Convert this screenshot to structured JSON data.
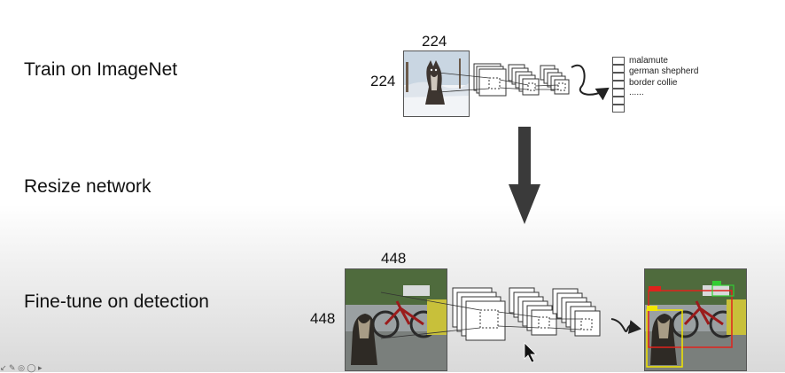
{
  "steps": {
    "train": "Train on ImageNet",
    "resize": "Resize network",
    "finetune": "Fine-tune on detection"
  },
  "top_network": {
    "input_width": "224",
    "input_height": "224",
    "classes": [
      "malamute",
      "german shepherd",
      "border collie",
      "......"
    ]
  },
  "bottom_network": {
    "input_width": "448",
    "input_height": "448"
  },
  "colors": {
    "arrow": "#3a3a3a",
    "detection_box": "#e0231c",
    "detection_label_alt": "#f2e600"
  },
  "toolbar": {
    "icons": "↙ ✎ ◎ ◯ ▸"
  }
}
